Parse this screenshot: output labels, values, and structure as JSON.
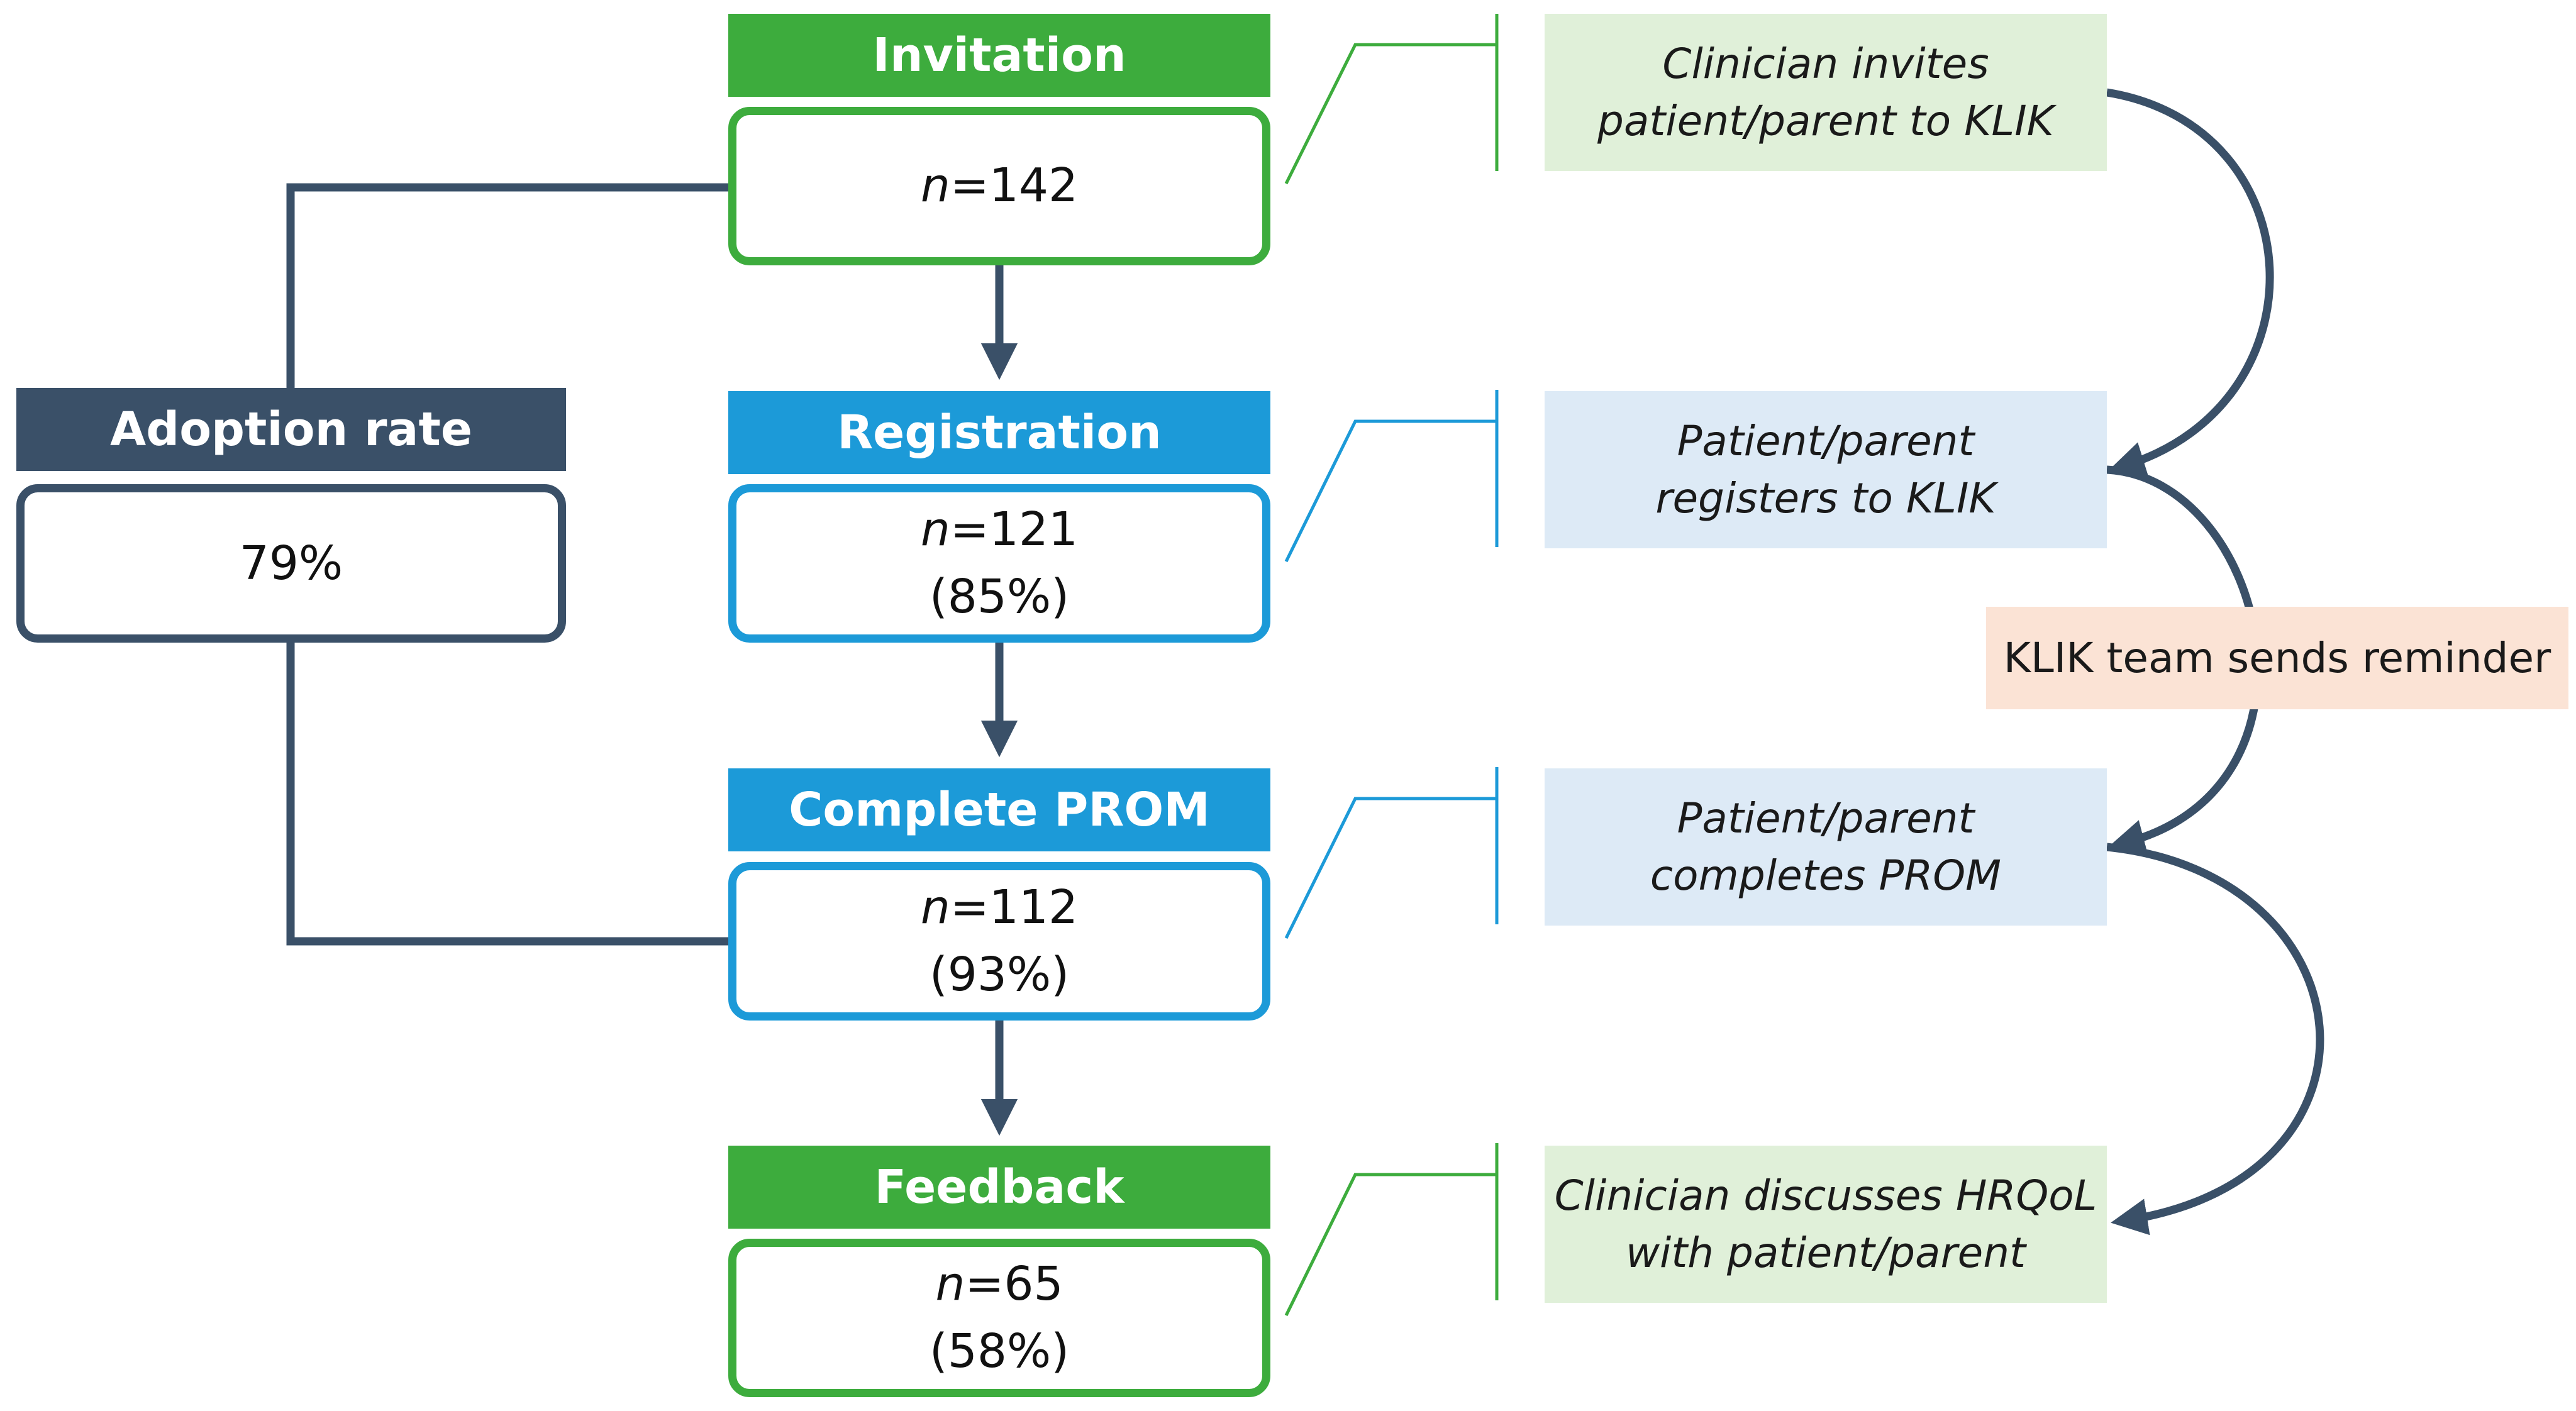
{
  "stages": [
    {
      "title": "Invitation",
      "n_prefix": "n",
      "n_value": "=142",
      "percent": ""
    },
    {
      "title": "Registration",
      "n_prefix": "n",
      "n_value": "=121",
      "percent": "(85%)"
    },
    {
      "title": "Complete PROM",
      "n_prefix": "n",
      "n_value": "=112",
      "percent": "(93%)"
    },
    {
      "title": "Feedback",
      "n_prefix": "n",
      "n_value": "=65",
      "percent": "(58%)"
    }
  ],
  "adoption": {
    "title": "Adoption rate",
    "value": "79%"
  },
  "descriptions": [
    {
      "line1": "Clinician invites",
      "line2": "patient/parent to KLIK"
    },
    {
      "line1": "Patient/parent",
      "line2": "registers to KLIK"
    },
    {
      "line1": "Patient/parent",
      "line2": "completes PROM"
    },
    {
      "line1": "Clinician discusses HRQoL",
      "line2": "with patient/parent"
    }
  ],
  "reminder": "KLIK team sends reminder",
  "colors": {
    "green": "#3dac3d",
    "blue": "#1c9ad8",
    "navy": "#3a5068",
    "light_green": "#e0f0d9",
    "light_blue": "#ddeaf6",
    "peach": "#fbe3d5"
  }
}
